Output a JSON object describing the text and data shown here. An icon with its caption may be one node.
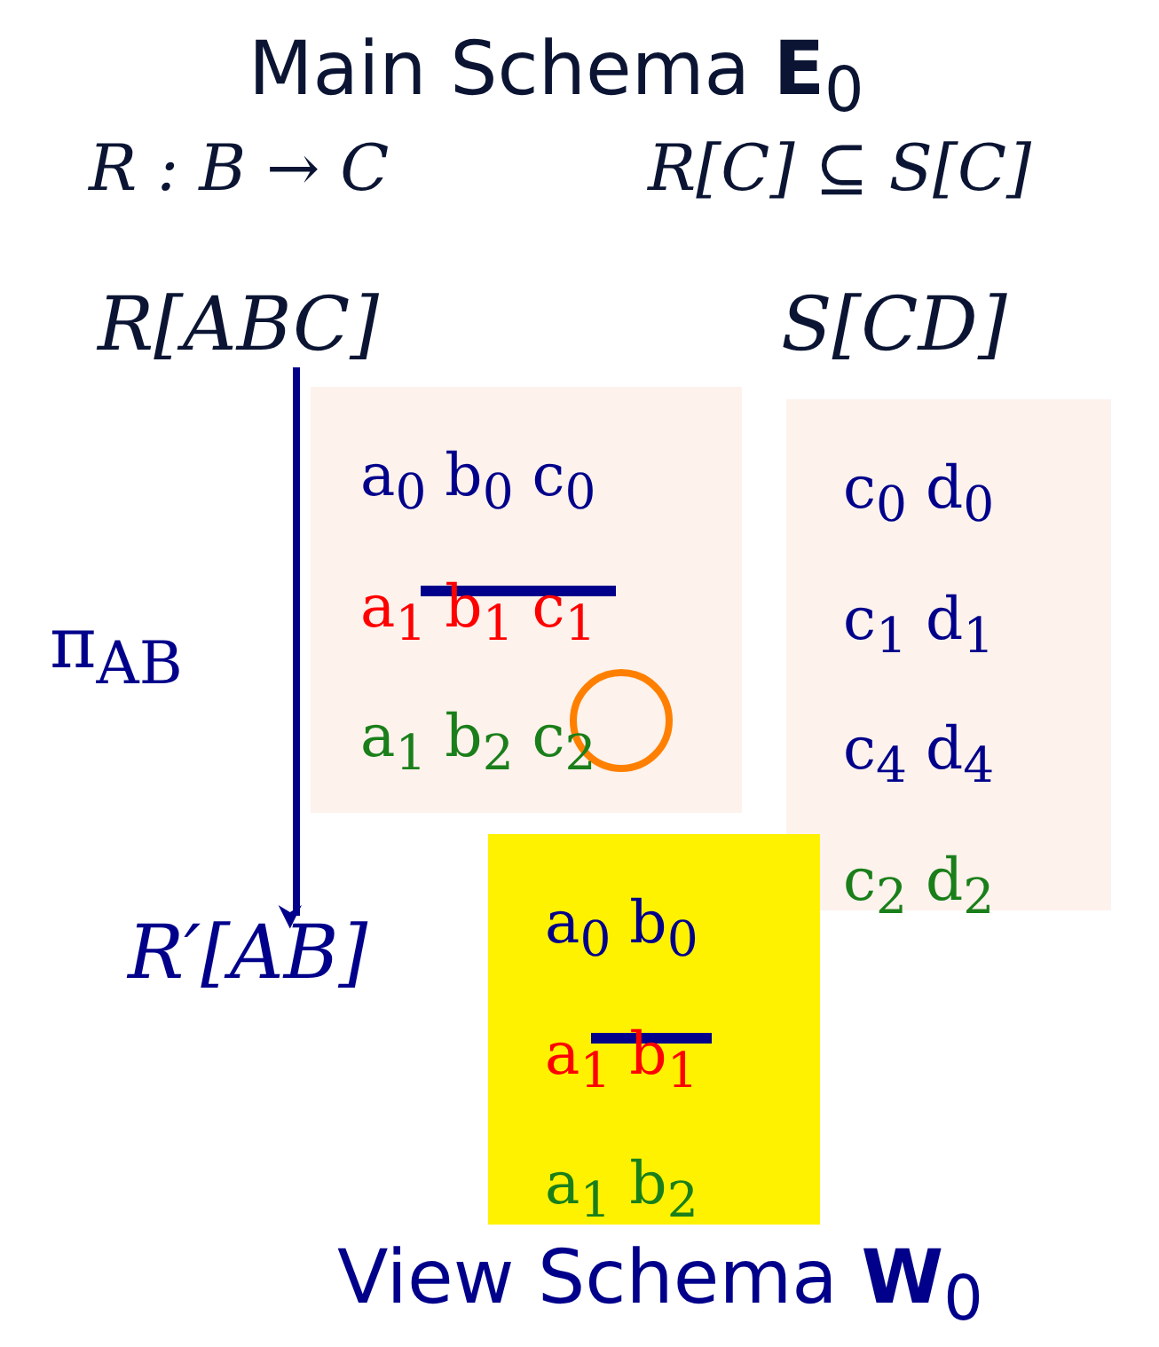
{
  "diagram": {
    "title": "Main Schema **E**$_{0}$",
    "caption": "View Schema **W**$_{0}$",
    "nodes": [
      {
        "text": [
          "R[ABC]"
        ]
      },
      {
        "text": [
          "a$_{0}$ b$_{0}$ c$_{0}$",
          "a$_{1}$ b$_{1}$ c$_{1}$",
          "a$_{1}$ b$_{2}$ c$_{2}$"
        ]
      },
      {
        "text": [
          "S[CD]"
        ]
      },
      {
        "text": [
          "c$_{0}$ d$_{0}$",
          "c$_{1}$ d$_{1}$",
          "c$_{4}$ d$_{4}$",
          "c$_{2}$ d$_{2}$"
        ]
      },
      {
        "text": [
          "R′[AB]"
        ]
      },
      {
        "text": [
          "a$_{0}$ b$_{0}$",
          "a$_{1}$ b$_{1}$",
          "a$_{1}$ b$_{2}$"
        ]
      }
    ],
    "edges": [
      {
        "from": 0,
        "to": 4,
        "arrow": "to",
        "label": "π$_{AB}$"
      }
    ],
    "labels": [
      "R : B → C",
      "R[C] ⊆ S[C]"
    ]
  }
}
